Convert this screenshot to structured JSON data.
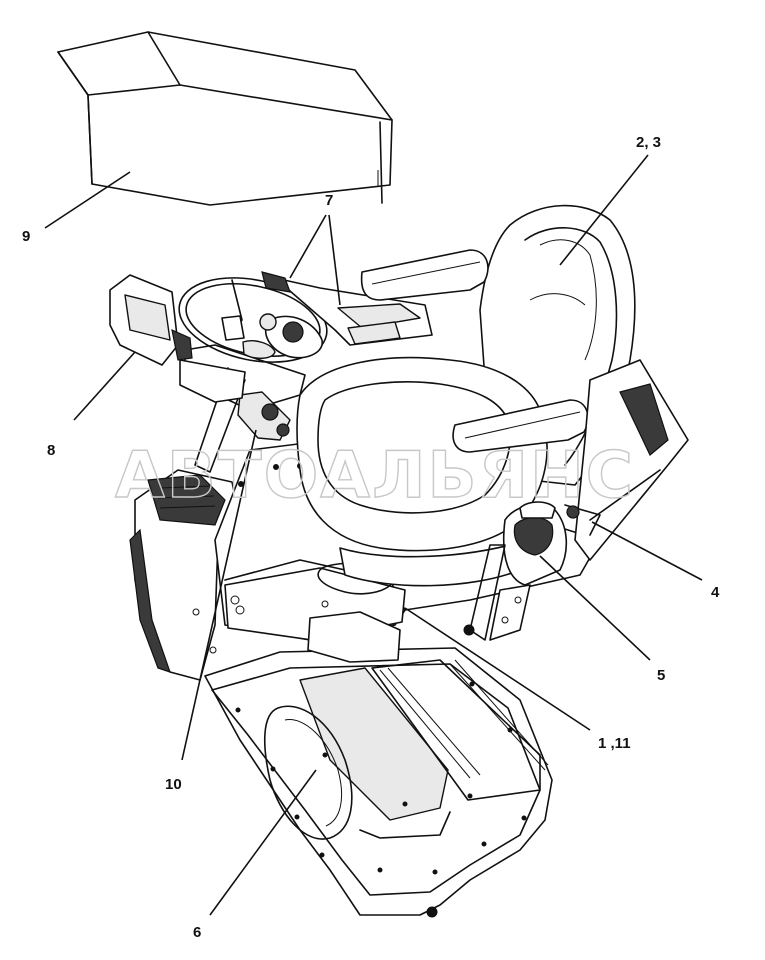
{
  "watermark": "АВТОАЛЬЯНС",
  "callouts": [
    {
      "id": "c9",
      "label": "9"
    },
    {
      "id": "c7",
      "label": "7"
    },
    {
      "id": "c23",
      "label": "2, 3"
    },
    {
      "id": "c8",
      "label": "8"
    },
    {
      "id": "c4",
      "label": "4"
    },
    {
      "id": "c5",
      "label": "5"
    },
    {
      "id": "c111",
      "label": "1 ,11"
    },
    {
      "id": "c10",
      "label": "10"
    },
    {
      "id": "c6",
      "label": "6"
    }
  ],
  "colors": {
    "line": "#111111",
    "shade": "#e9e9e9",
    "dark": "#3a3a3a",
    "watermark": "#c8c8c8"
  }
}
